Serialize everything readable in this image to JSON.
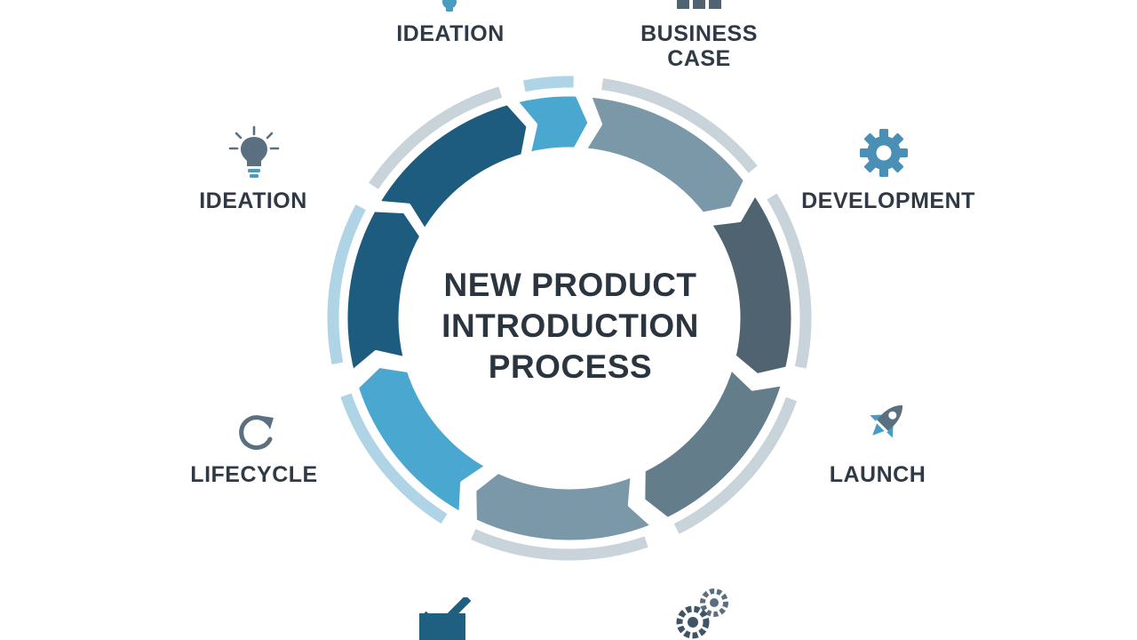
{
  "center_title": {
    "line1": "NEW PRODUCT",
    "line2": "INTRODUCTION",
    "line3": "PROCESS"
  },
  "labels": {
    "ideation_top": "IDEATION",
    "business_case_line1": "BUSINESS",
    "business_case_line2": "CASE",
    "ideation_left": "IDEATION",
    "development": "DEVELOPMENT",
    "lifecycle": "LIFECYCLE",
    "launch": "LAUNCH"
  },
  "icons": [
    "lightbulb-icon",
    "bar-chart-icon",
    "gear-icon",
    "refresh-icon",
    "rocket-icon",
    "checkmark-icon",
    "gears-icon"
  ],
  "colors": {
    "light_blue": "#4aa8d0",
    "pale_blue": "#aed4e6",
    "dark_blue": "#1d5c7e",
    "slate_grey": "#7a98a8",
    "charcoal": "#4f6370",
    "steel": "#647d8b",
    "pale_grey": "#c8d3da",
    "text": "#2f3a46",
    "icon": "#5a7080",
    "icon_accent": "#4a9bc0"
  }
}
